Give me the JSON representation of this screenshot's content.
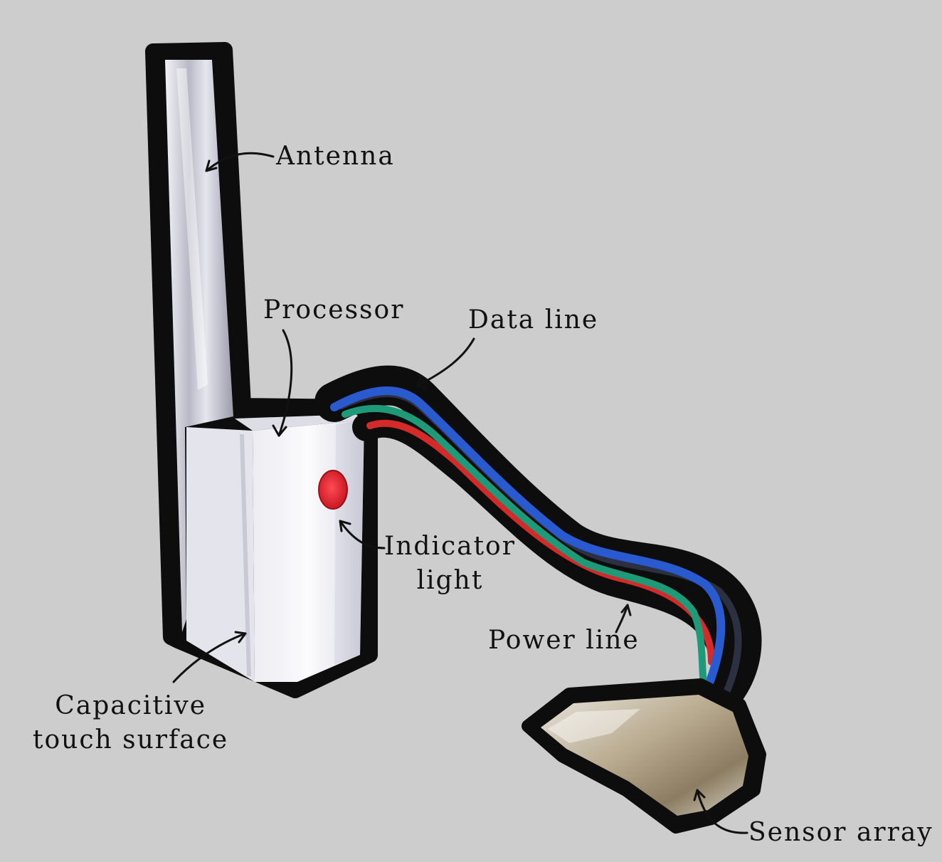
{
  "labels": {
    "antenna": "Antenna",
    "processor": "Processor",
    "data_line": "Data line",
    "indicator_light": [
      "Indicator",
      "light"
    ],
    "power_line": "Power line",
    "capacitive_touch_surface": [
      "Capacitive",
      "touch surface"
    ],
    "sensor_array": "Sensor array"
  },
  "colors": {
    "background": "#cdcdcd",
    "outline": "#0d0d0d",
    "device_body": "#eeeef2",
    "indicator": "#d8202a",
    "wire_red": "#d42a2a",
    "wire_blue": "#2a5ad0",
    "wire_green": "#1f9a78",
    "wire_dark": "#2b3140",
    "sensor_pad": "#c8bca4"
  }
}
